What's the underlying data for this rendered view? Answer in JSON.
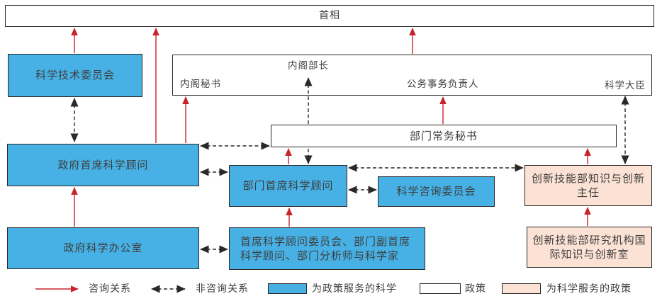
{
  "palette": {
    "science_for_policy_fill": "#47b1e5",
    "policy_for_science_fill": "#fbe2d4",
    "policy_fill": "#ffffff",
    "advisory_arrow": "#c8232b",
    "non_advisory_arrow": "#2b2826",
    "box_border": "#2b2826",
    "text": "#3e3e3e"
  },
  "nodes": {
    "prime_minister": "首相",
    "science_technology_committee": "科学技术委员会",
    "cabinet": {
      "cabinet_secretary": "内阁秘书",
      "cabinet_minister": "内阁部长",
      "civil_service_head": "公务事务负责人",
      "science_minister": "科学大臣"
    },
    "dept_permanent_secretary": "部门常务秘书",
    "gov_chief_science_adviser": "政府首席科学顾问",
    "dept_chief_science_adviser": "部门首席科学顾问",
    "science_advisory_committee": "科学咨询委员会",
    "bis_knowledge_innovation_director": "创新技能部知识与创新主任",
    "gov_science_office": "政府科学办公室",
    "csa_committee_group": "首席科学顾问委员会、部门副首席科学顾问、部门分析师与科学家",
    "bis_research_org_office": "创新技能部研究机构国际知识与创新室"
  },
  "legend": {
    "advisory_relation": "咨询关系",
    "non_advisory_relation": "非咨询关系",
    "science_for_policy": "为政策服务的科学",
    "policy": "政策",
    "policy_for_science": "为科学服务的政策"
  }
}
